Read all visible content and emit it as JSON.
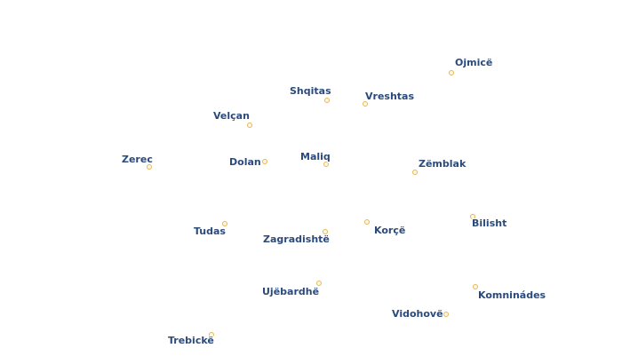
{
  "map": {
    "marker_color": "#e9b650",
    "label_color": "#2b4a7c",
    "places": [
      {
        "id": "ojmice",
        "name": "Ojmicë"
      },
      {
        "id": "shqitas",
        "name": "Shqitas"
      },
      {
        "id": "vreshtas",
        "name": "Vreshtas"
      },
      {
        "id": "velcan",
        "name": "Velçan"
      },
      {
        "id": "maliq",
        "name": "Maliq"
      },
      {
        "id": "zerec",
        "name": "Zerec"
      },
      {
        "id": "dolan",
        "name": "Dolan"
      },
      {
        "id": "zemblak",
        "name": "Zëmblak"
      },
      {
        "id": "bilisht",
        "name": "Bilisht"
      },
      {
        "id": "tudas",
        "name": "Tudas"
      },
      {
        "id": "korce",
        "name": "Korçë"
      },
      {
        "id": "zagradishte",
        "name": "Zagradishtë"
      },
      {
        "id": "ujebardhe",
        "name": "Ujëbardhë"
      },
      {
        "id": "komninades",
        "name": "Komninádes"
      },
      {
        "id": "vidohove",
        "name": "Vidohovë"
      },
      {
        "id": "trebicke",
        "name": "Trebickë"
      }
    ]
  }
}
